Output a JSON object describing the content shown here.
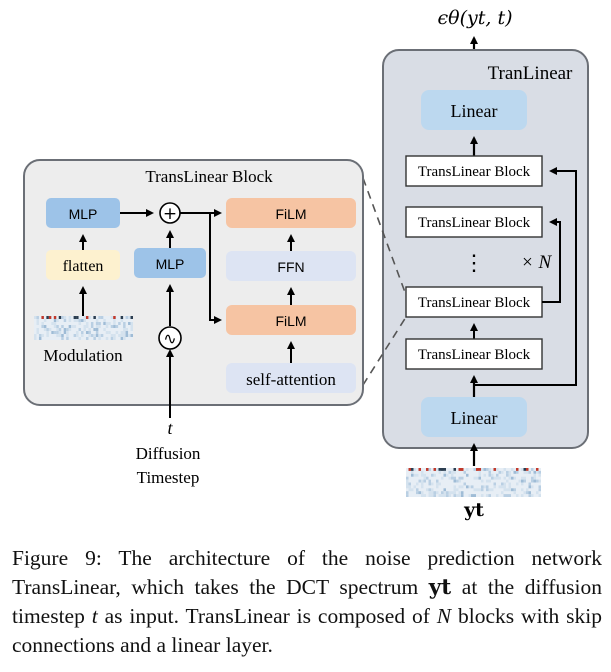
{
  "diagram": {
    "output_label": "ϵθ(yt, t)",
    "right_panel": {
      "title": "TranLinear",
      "top_linear": "Linear",
      "blocks": [
        "TransLinear Block",
        "TransLinear Block",
        "TransLinear Block",
        "TransLinear Block"
      ],
      "vdots": "⋮",
      "repeat_label": "× N",
      "bottom_linear": "Linear",
      "input_label": "yt"
    },
    "left_panel": {
      "title": "TransLinear Block",
      "mlp_left": "MLP",
      "flatten": "flatten",
      "modulation_label": "Modulation",
      "plus_symbol": "+",
      "mlp_mid": "MLP",
      "sinusoid_symbol": "∿",
      "t_label": "t",
      "diffusion_label": "Diffusion",
      "timestep_label": "Timestep",
      "film_top": "FiLM",
      "ffn": "FFN",
      "film_bottom": "FiLM",
      "self_attention": "self-attention"
    },
    "colors": {
      "panel_bg": "#d9dde5",
      "panel_border": "#6b6f76",
      "left_panel_bg": "#ededed",
      "linear_fill": "#bcd8ef",
      "mlp_fill": "#9dc3e8",
      "flatten_fill": "#fdf1cf",
      "film_fill": "#f6c4a3",
      "ffn_fill": "#dde4f3",
      "block_fill": "#ffffff"
    }
  },
  "caption": {
    "parts": [
      "Figure 9: The architecture of the noise prediction network TransLinear, which takes the DCT spectrum ",
      "yt",
      " at the diffusion timestep ",
      "t",
      " as input. TransLinear is composed of ",
      "N",
      " blocks with skip connections and a linear layer."
    ]
  }
}
